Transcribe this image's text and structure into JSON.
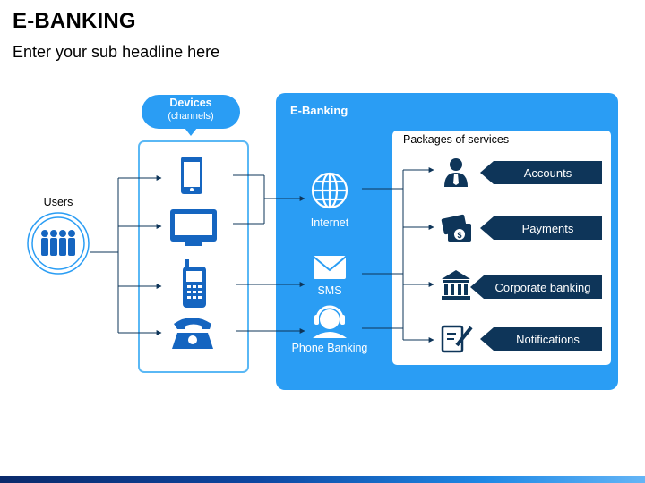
{
  "header": {
    "title": "E-BANKING",
    "subtitle": "Enter your sub headline here"
  },
  "users": {
    "label": "Users"
  },
  "devices": {
    "bubble_title": "Devices",
    "bubble_subtitle": "(channels)",
    "items": [
      "smartphone-icon",
      "monitor-icon",
      "mobile-phone-icon",
      "telephone-icon"
    ]
  },
  "ebanking": {
    "title": "E-Banking",
    "channels": [
      {
        "label": "Internet",
        "icon": "globe-icon"
      },
      {
        "label": "SMS",
        "icon": "envelope-icon"
      },
      {
        "label": "Phone Banking",
        "icon": "headset-icon"
      }
    ]
  },
  "packages": {
    "title": "Packages of services",
    "items": [
      {
        "label": "Accounts",
        "icon": "user-account-icon"
      },
      {
        "label": "Payments",
        "icon": "card-payment-icon"
      },
      {
        "label": "Corporate banking",
        "icon": "bank-building-icon"
      },
      {
        "label": "Notifications",
        "icon": "document-pen-icon"
      }
    ]
  },
  "colors": {
    "primary_blue": "#2a9df4",
    "dark_navy": "#0e3559",
    "icon_blue": "#1565c0",
    "light_blue": "#5ab8f5"
  }
}
